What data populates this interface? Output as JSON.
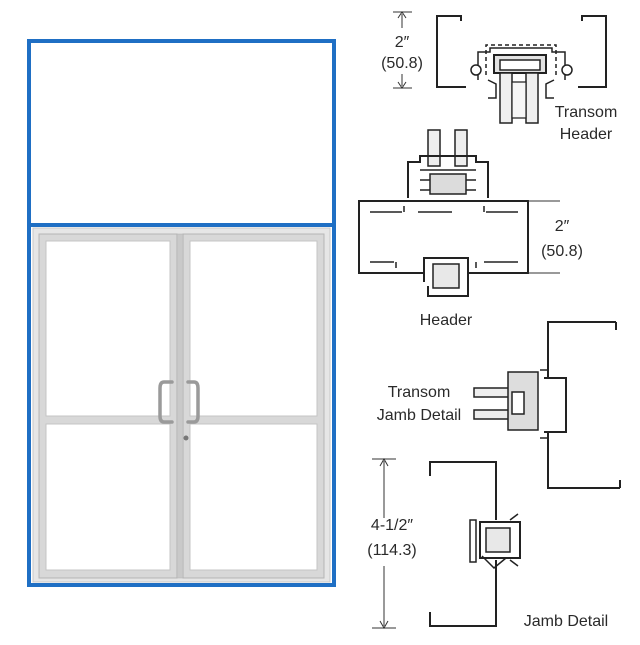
{
  "elevation": {
    "frame_color": "#1f6fc4",
    "door_color": "#d4d4d4"
  },
  "details": {
    "transom_header": {
      "label_line1": "Transom",
      "label_line2": "Header",
      "dim_in": "2″",
      "dim_mm": "(50.8)"
    },
    "header": {
      "label": "Header",
      "dim_in": "2″",
      "dim_mm": "(50.8)"
    },
    "transom_jamb": {
      "label_line1": "Transom",
      "label_line2": "Jamb Detail"
    },
    "jamb": {
      "label": "Jamb Detail",
      "dim_in": "4-1/2″",
      "dim_mm": "(114.3)"
    }
  }
}
